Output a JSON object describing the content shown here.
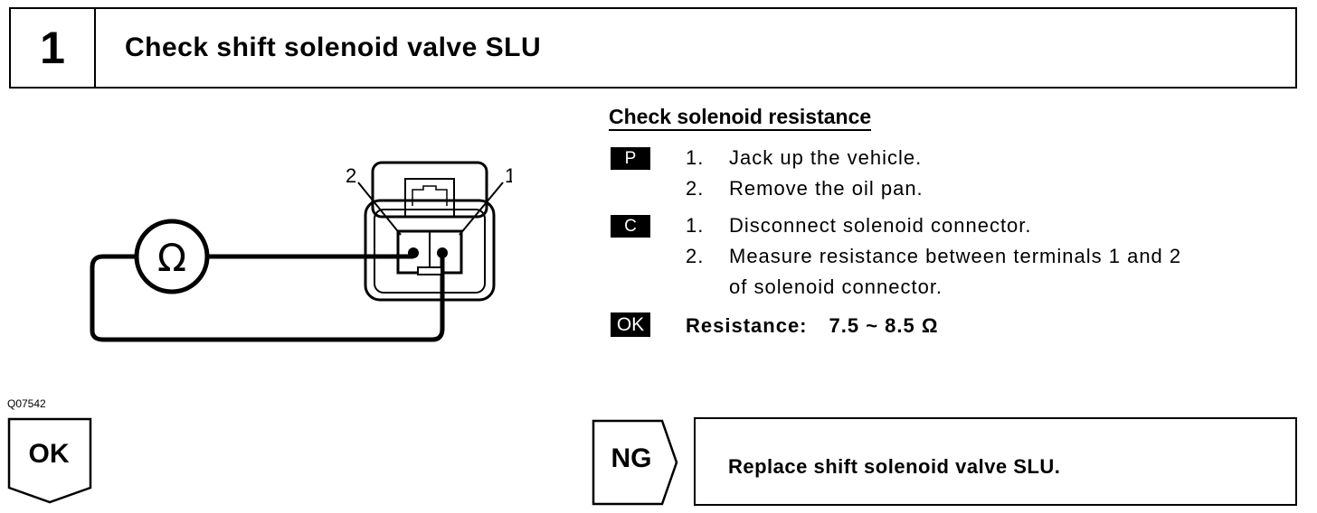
{
  "header": {
    "step_number": "1",
    "title": "Check shift solenoid valve SLU"
  },
  "diagram": {
    "meter_symbol": "Ω",
    "terminal_left": "2",
    "terminal_right": "1",
    "figure_code": "Q07542"
  },
  "procedure": {
    "title": "Check solenoid resistance",
    "groups": [
      {
        "tag": "P",
        "steps": [
          {
            "num": "1.",
            "text": "Jack up the vehicle."
          },
          {
            "num": "2.",
            "text": "Remove the oil pan."
          }
        ]
      },
      {
        "tag": "C",
        "steps": [
          {
            "num": "1.",
            "text": "Disconnect solenoid connector."
          },
          {
            "num": "2.",
            "text": "Measure resistance between terminals 1 and 2"
          }
        ],
        "continuation": "of solenoid connector."
      }
    ],
    "ok": {
      "tag": "OK",
      "label": "Resistance:",
      "value": "7.5 ~ 8.5 Ω"
    }
  },
  "result": {
    "ok_label": "OK",
    "ng_label": "NG",
    "ng_action": "Replace shift solenoid valve SLU."
  }
}
